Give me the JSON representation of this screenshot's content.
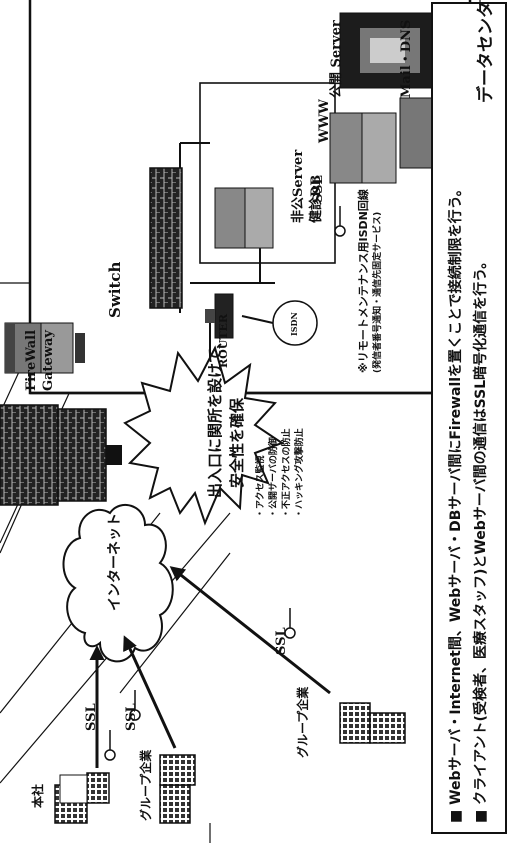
{
  "datacenter": {
    "title": "データセンター",
    "firewall_label": "FireWall\nGateway",
    "switch_label": "Switch",
    "public_server_label": "公開 Server",
    "www_label": "WWW",
    "mail_dns_label": "Mail・DNS",
    "private_server_label": "非公Server\n健診DB",
    "router_label": "ROUTER",
    "isdn_label": "ISDN",
    "ssl_server_label": "SSL",
    "isdn_note": "※リモートメンテナンス用ISDN回線",
    "isdn_note_sub": "(発信者番号通知・通信先固定サービス)"
  },
  "callout": {
    "line1": "出入口に関所を設けて、",
    "line2": "安全性を確保"
  },
  "firewall_features": [
    "・アクセス監視",
    "・公開サーバの防御",
    "・不正アクセスの防止",
    "・ハッキング攻撃防止"
  ],
  "internet": {
    "label": "インターネット"
  },
  "clients": {
    "hq_label": "本社",
    "group1_label": "グループ企業",
    "group2_label": "グループ企業",
    "ssl1": "SSL",
    "ssl2": "SSL",
    "ssl3": "SSL"
  },
  "notes": [
    "■ Webサーバ・Internet間、Webサーバ・DBサーバ間にFirewallを置くことで接続制限を行う。",
    "■ クライアント(受検者、医療スタッフ)とWebサーバ間の通信はSSL暗号化通信を行う。"
  ]
}
